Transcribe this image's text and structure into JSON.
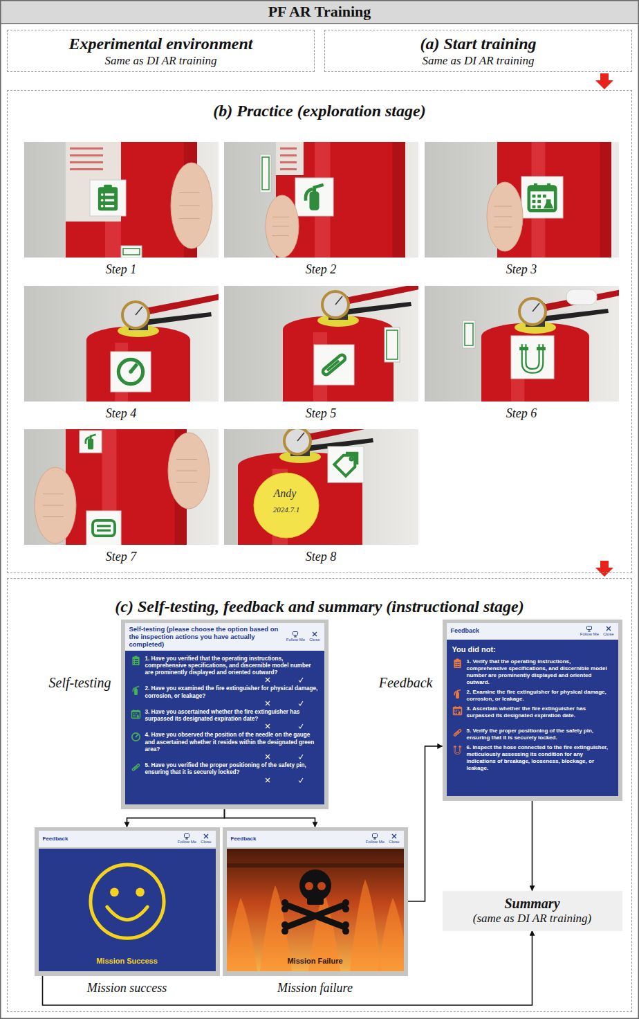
{
  "diagram": {
    "title": "PF AR Training",
    "nodes": [
      {
        "text": [
          "Experimental environment",
          "Same as DI AR training"
        ]
      },
      {
        "text": [
          "(a) Start training",
          "Same as DI AR training"
        ]
      },
      {
        "text": [
          "(b) Practice (exploration stage)"
        ]
      },
      {
        "text": [
          "Step 1"
        ],
        "in": 2
      },
      {
        "text": [
          "Step 2"
        ],
        "in": 2
      },
      {
        "text": [
          "Step 3"
        ],
        "in": 2
      },
      {
        "text": [
          "Step 4"
        ],
        "in": 2
      },
      {
        "text": [
          "Step 5"
        ],
        "in": 2
      },
      {
        "text": [
          "Step 6"
        ],
        "in": 2
      },
      {
        "text": [
          "Step 7"
        ],
        "in": 2
      },
      {
        "text": [
          "Step 8"
        ],
        "in": 2
      },
      {
        "text": [
          "(c) Self-testing, feedback and summary (instructional stage)"
        ]
      },
      {
        "text": [
          "Self-testing",
          "Self-testing (please choose the option based on the inspection actions you have actually completed)",
          "Follow Me",
          "Close",
          "1. Have you verified that the operating instructions, comprehensive specifications, and discernible model number are prominently displayed and oriented outward?",
          "2. Have you examined the fire extinguisher for physical damage, corrosion, or leakage?",
          "3. Have you ascertained whether the fire extinguisher has surpassed its designated expiration date?",
          "4. Have you observed the position of the needle on the gauge and ascertained whether it resides within the designated green area?",
          "5. Have you verified the proper positioning of the safety pin, ensuring that it is securely locked?"
        ],
        "in": 11
      },
      {
        "text": [
          "Feedback",
          "Feedback",
          "Follow Me",
          "Close",
          "You did not:",
          "1. Verify that the operating instructions, comprehensive specifications, and discernible model number are prominently displayed and oriented outward.",
          "2. Examine the fire extinguisher for physical damage, corrosion, or leakage.",
          "3. Ascertain whether the fire extinguisher has surpassed its designated expiration date.",
          "5. Verify the proper positioning of the safety pin, ensuring that it is securely locked.",
          "6. Inspect the hose connected to the fire extinguisher, meticulously assessing its condition for any indications of breakage, looseness, blockage, or leakage."
        ],
        "in": 11
      },
      {
        "text": [
          "Feedback",
          "Follow Me",
          "Close",
          "Mission Success",
          "Mission success"
        ],
        "in": 11
      },
      {
        "text": [
          "Feedback",
          "Follow Me",
          "Close",
          "Mission Failure",
          "Mission failure"
        ],
        "in": 11
      },
      {
        "text": [
          "Summary",
          "(same as DI AR training)"
        ],
        "in": 11
      }
    ],
    "edges": [
      {
        "from": 12,
        "to": 14,
        "arrow": "to"
      },
      {
        "from": 12,
        "to": 15,
        "arrow": "to"
      },
      {
        "from": 15,
        "to": 13,
        "arrow": "to"
      },
      {
        "from": 13,
        "to": 16,
        "arrow": "to"
      },
      {
        "from": 14,
        "to": 16,
        "arrow": "to"
      }
    ],
    "labels": [
      "Andy",
      "2024.7.1"
    ]
  }
}
